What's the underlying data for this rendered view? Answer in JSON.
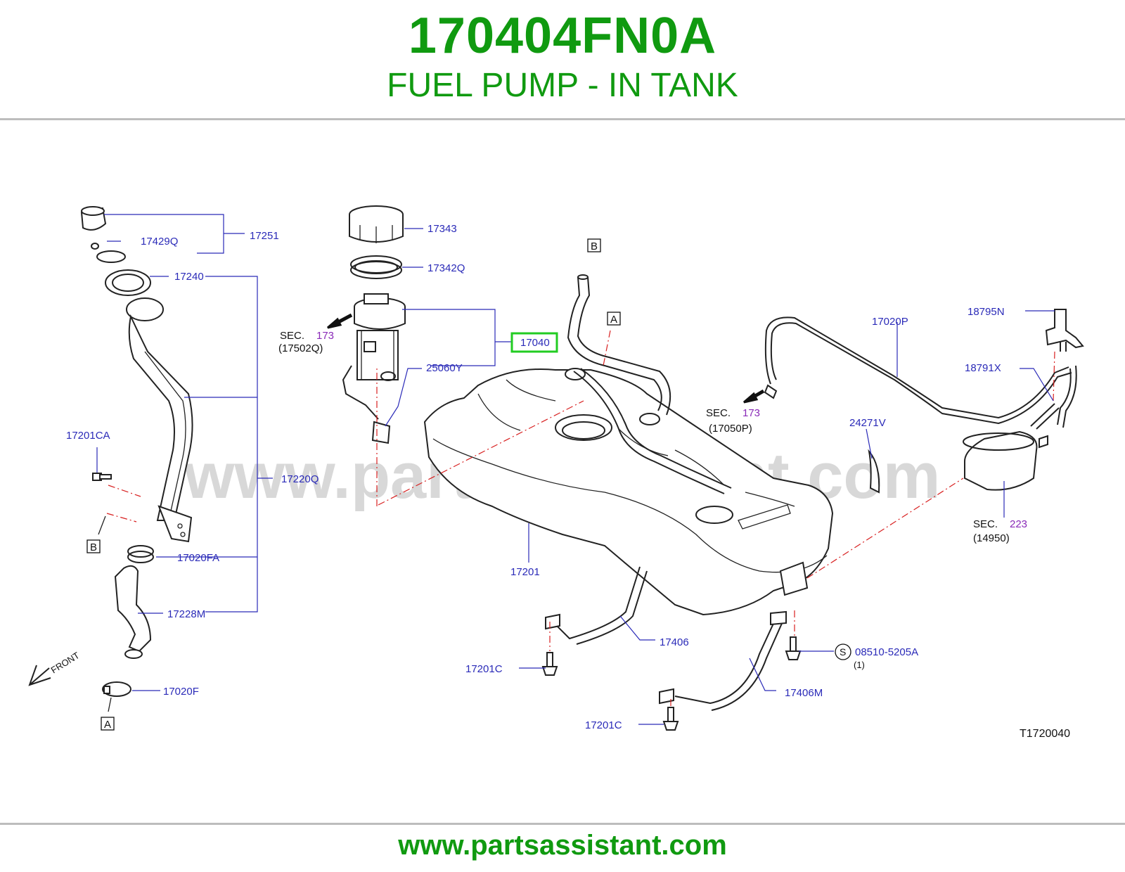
{
  "header": {
    "title": "170404FN0A",
    "subtitle": "FUEL PUMP - IN TANK"
  },
  "footer": {
    "url": "www.partsassistant.com"
  },
  "diagram": {
    "watermark": "www.partsassistant.com",
    "figure_code": "T1720040",
    "front_label": "FRONT",
    "highlighted_part": "17040",
    "colors": {
      "brand_green": "#109a10",
      "label_blue": "#2a2ab8",
      "section_purple": "#8a2ab8",
      "leader_red_dashed": "#d82020",
      "highlight_green": "#22cc22"
    },
    "callouts": {
      "p17251": "17251",
      "p17429Q": "17429Q",
      "p17240": "17240",
      "p17201CA": "17201CA",
      "p17220Q": "17220Q",
      "p17020FA": "17020FA",
      "p17228M": "17228M",
      "p17020F": "17020F",
      "p17343": "17343",
      "p17342Q": "17342Q",
      "p17040": "17040",
      "p25060Y": "25060Y",
      "p17201": "17201",
      "p17406": "17406",
      "p17201C_a": "17201C",
      "p17201C_b": "17201C",
      "p17406M": "17406M",
      "p08510": "08510-5205A",
      "p08510_qty": "(1)",
      "p08510_sym": "S",
      "p17020P": "17020P",
      "p18795N": "18795N",
      "p18791X": "18791X",
      "p24271V": "24271V"
    },
    "sections": [
      {
        "sec": "SEC.",
        "num": "173",
        "ref": "(17502Q)"
      },
      {
        "sec": "SEC.",
        "num": "173",
        "ref": "(17050P)"
      },
      {
        "sec": "SEC.",
        "num": "223",
        "ref": "(14950)"
      }
    ],
    "connectors": {
      "A_top": "A",
      "A_bottom": "A",
      "B_top": "B",
      "B_left": "B"
    }
  }
}
